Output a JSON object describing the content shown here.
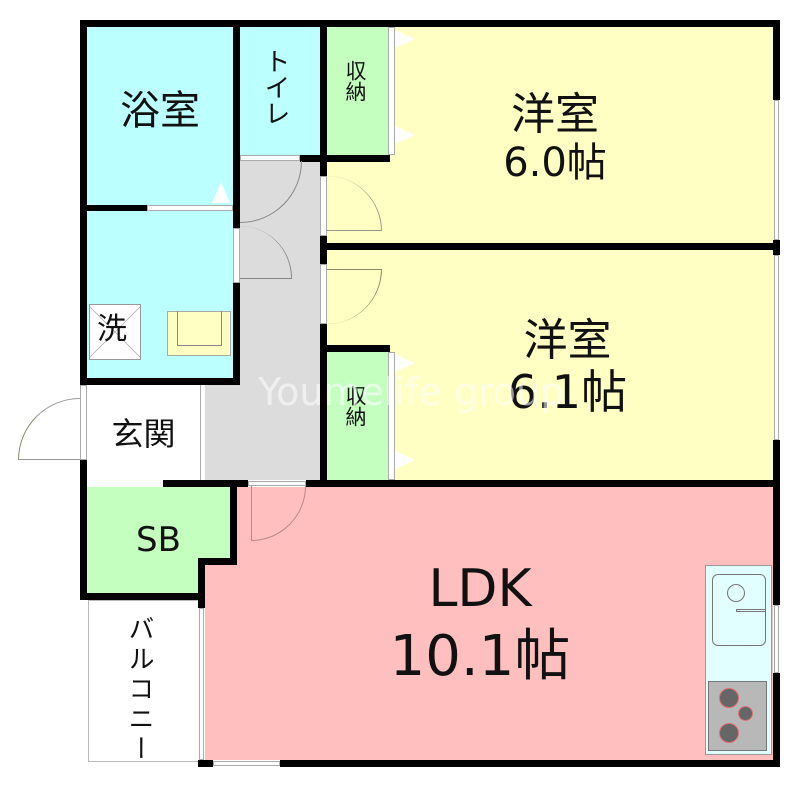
{
  "plan": {
    "watermark": "Youmelife group",
    "colors": {
      "wet_area": "#bbffff",
      "storage": "#c4ffc0",
      "western_room": "#ffffc4",
      "ldk": "#ffbfbf",
      "corridor": "#dcdcdc",
      "kitchen": "#e2ffff",
      "wall": "#000000"
    },
    "rooms": {
      "bath": {
        "label": "浴室"
      },
      "toilet": {
        "label": "トイレ"
      },
      "storage_top": {
        "label": "収納"
      },
      "western_room_1": {
        "name": "洋室",
        "size": "6.0帖"
      },
      "western_room_2": {
        "name": "洋室",
        "size": "6.1帖"
      },
      "storage_mid": {
        "label": "収納"
      },
      "washroom": {
        "label": "洗"
      },
      "entrance": {
        "label": "玄関"
      },
      "shoe_box": {
        "label": "SB"
      },
      "balcony": {
        "label": "バルコニー"
      },
      "ldk": {
        "name": "LDK",
        "size": "10.1帖"
      }
    }
  }
}
